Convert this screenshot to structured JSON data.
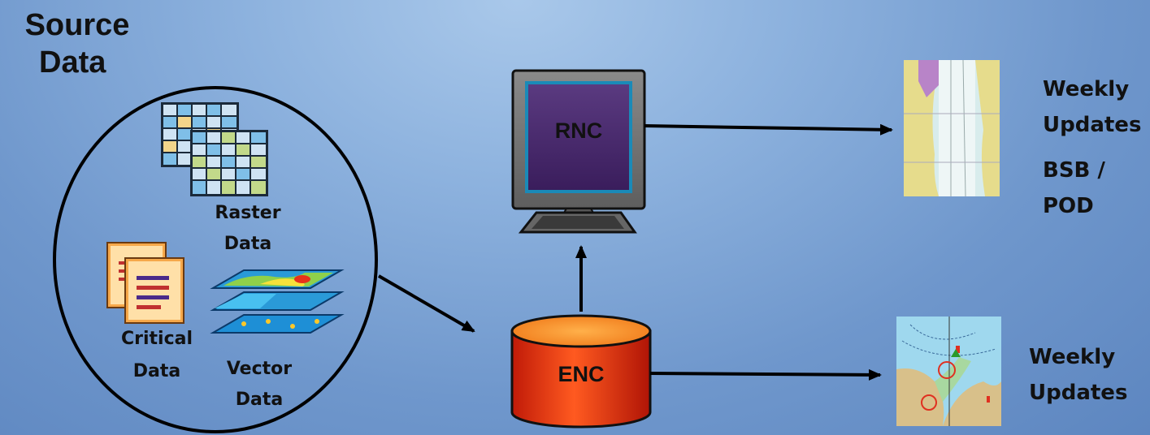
{
  "title": {
    "line1": "Source",
    "line2": "Data"
  },
  "source_items": {
    "raster": {
      "line1": "Raster",
      "line2": "Data",
      "icon": "raster-grid-icon"
    },
    "critical": {
      "line1": "Critical",
      "line2": "Data",
      "icon": "document-stack-icon"
    },
    "vector": {
      "line1": "Vector",
      "line2": "Data",
      "icon": "vector-layers-icon"
    }
  },
  "nodes": {
    "rnc": {
      "label": "RNC",
      "icon": "monitor-icon"
    },
    "enc": {
      "label": "ENC",
      "icon": "database-cylinder-icon"
    }
  },
  "outputs": {
    "rnc": {
      "line1": "Weekly",
      "line2": "Updates",
      "line3": "BSB /",
      "line4": "POD",
      "icon": "raster-chart-thumbnail"
    },
    "enc": {
      "line1": "Weekly",
      "line2": "Updates",
      "icon": "vector-chart-thumbnail"
    }
  },
  "colors": {
    "background": "#7fa6d6",
    "monitor_screen": "#4a2a6e",
    "enc_cylinder": "#e8321a",
    "arrow": "#000000"
  }
}
